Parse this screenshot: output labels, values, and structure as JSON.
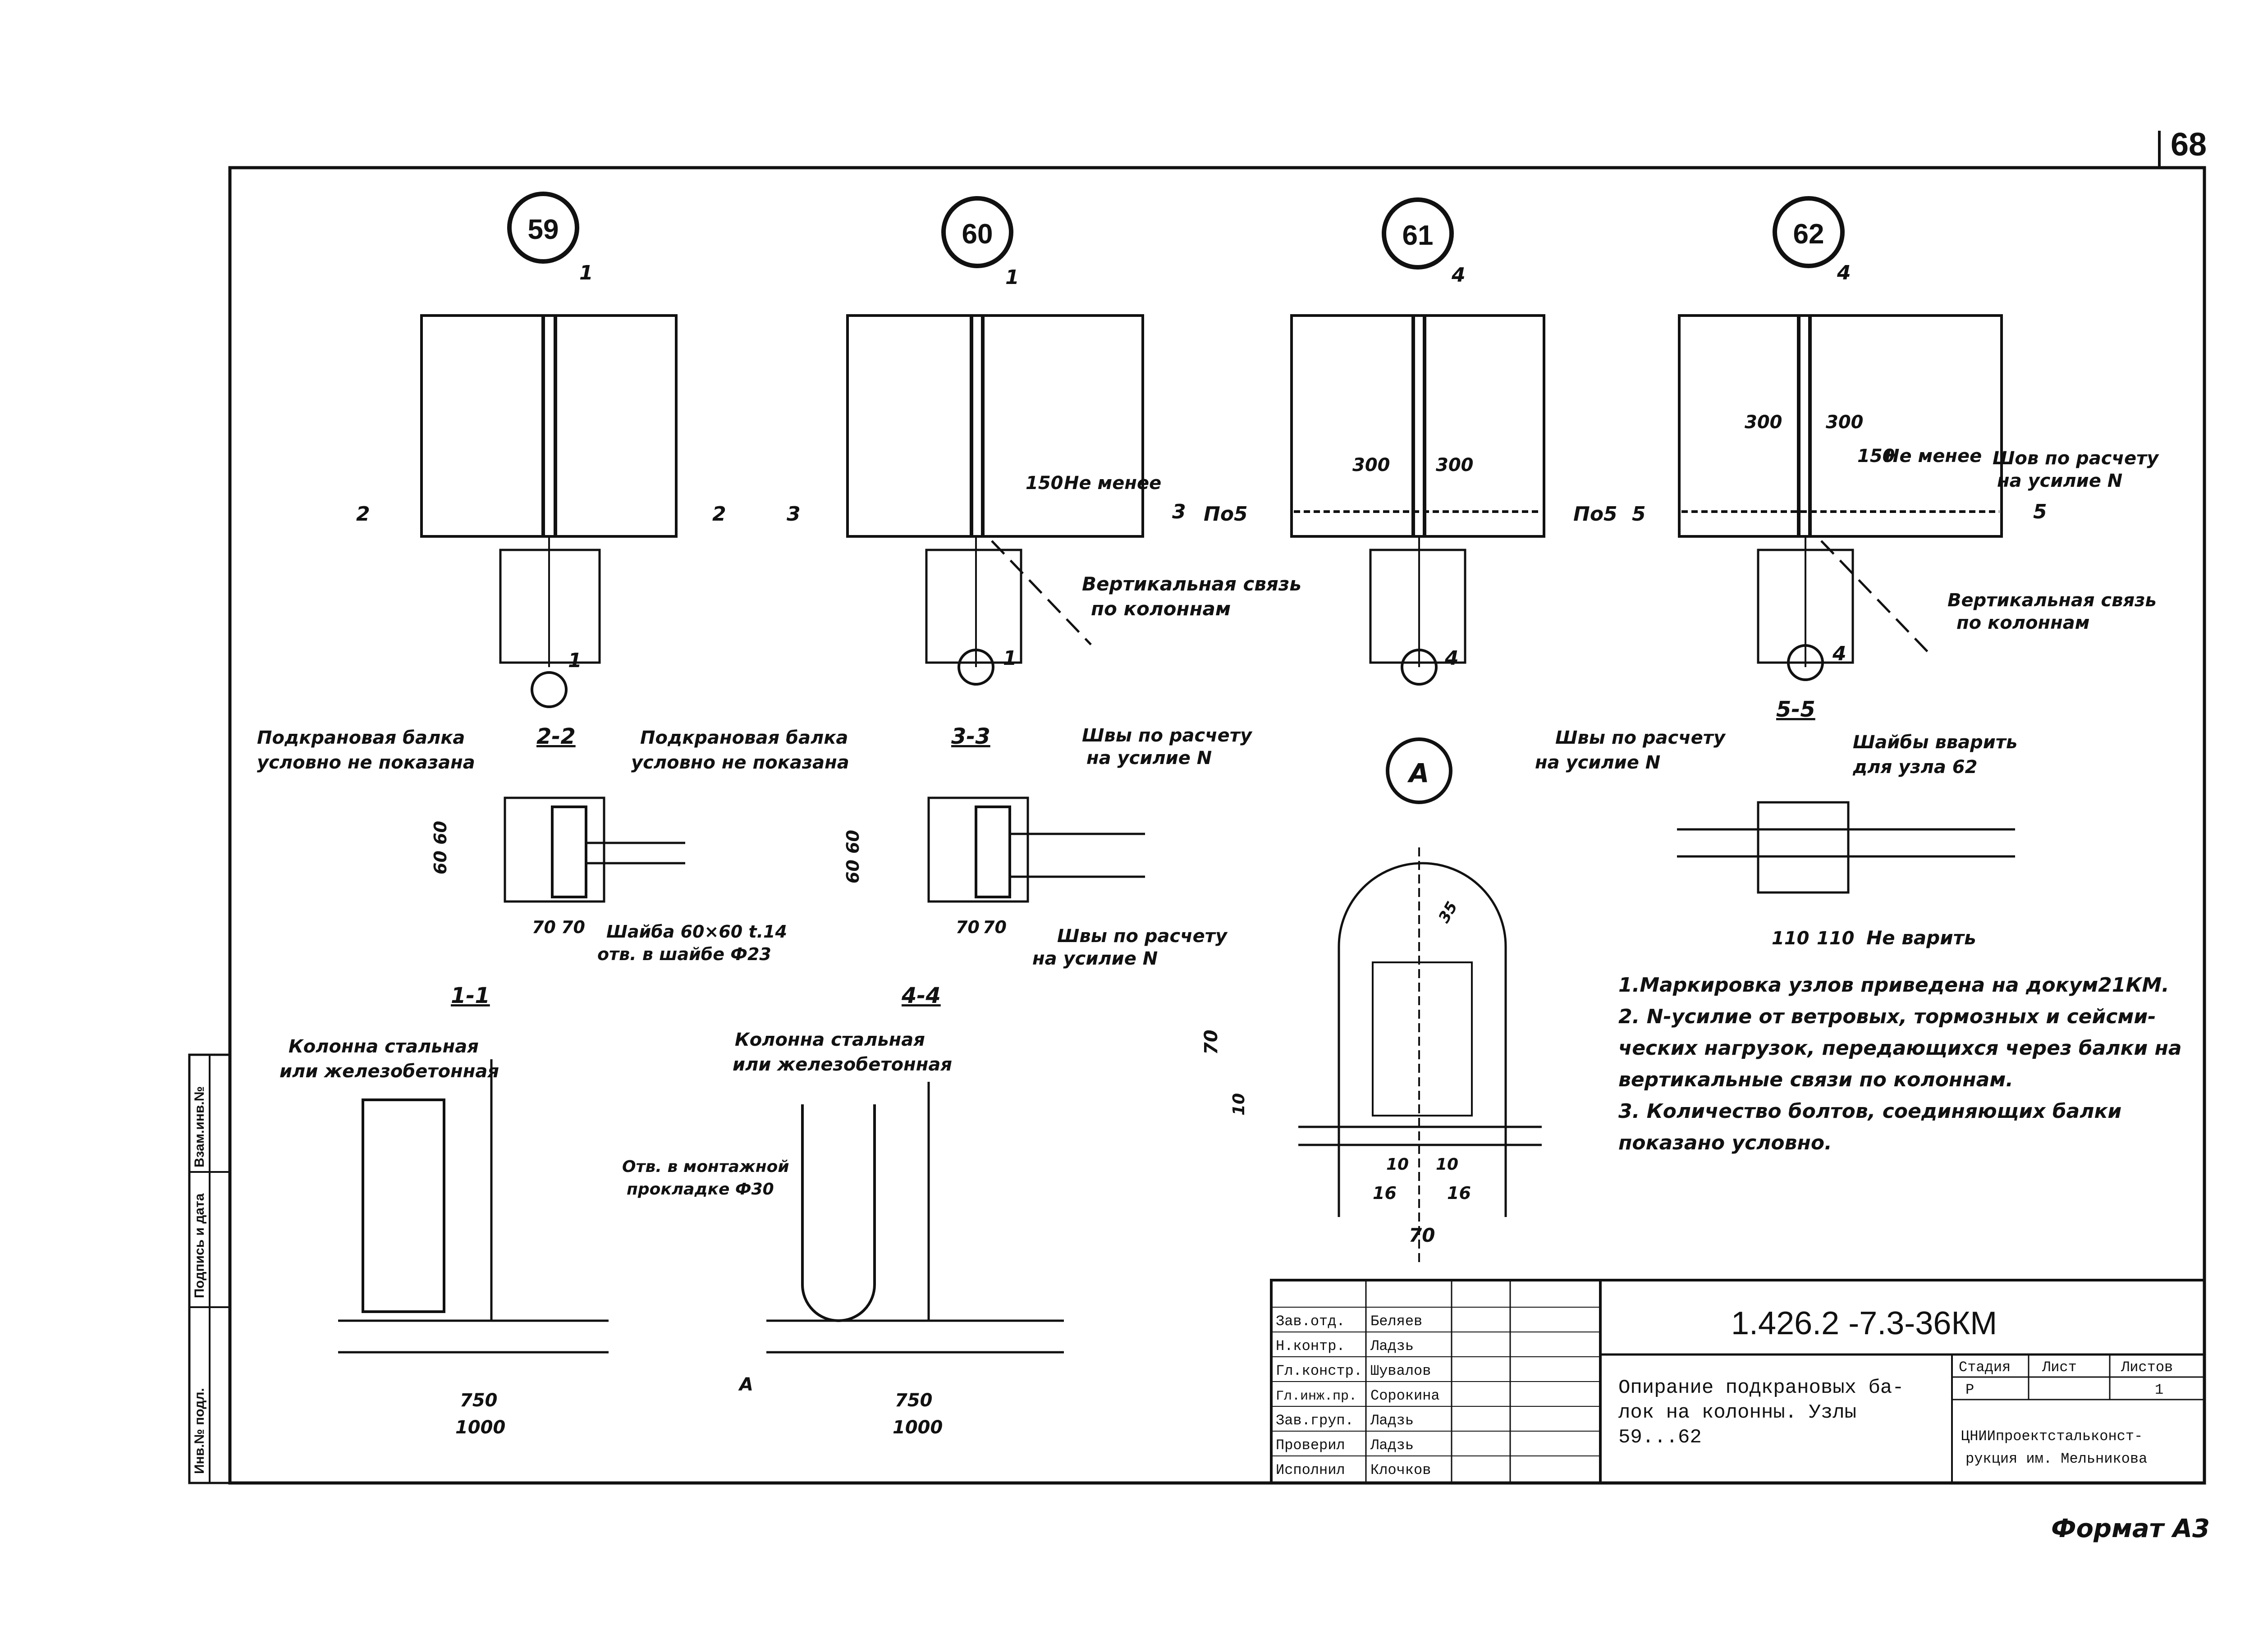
{
  "sheet": {
    "number": "68",
    "format": "Формат А3"
  },
  "nodes": [
    {
      "id": "59",
      "cut_top": "1",
      "cut_bottom": "1",
      "cut_left": "2",
      "cut_right": "2"
    },
    {
      "id": "60",
      "cut_top": "1",
      "cut_bottom": "1",
      "cut_left": "3",
      "cut_right": "3",
      "dim": "150",
      "note_min": "Не менее",
      "brace": [
        "Вертикальная связь",
        "по колоннам"
      ]
    },
    {
      "id": "61",
      "cut_top": "4",
      "cut_bottom": "4",
      "cut_left": "По5",
      "cut_right": "По5",
      "dims": [
        "300",
        "300"
      ]
    },
    {
      "id": "62",
      "cut_top": "4",
      "cut_bottom": "4",
      "cut_left": "5",
      "cut_right": "5",
      "dims": [
        "300",
        "300"
      ],
      "dim": "150",
      "note_min": "Не менее",
      "weld_note": [
        "Шов по расчету",
        "на усилие N"
      ],
      "brace": [
        "Вертикальная связь",
        "по колоннам"
      ]
    }
  ],
  "sections": {
    "s22": {
      "title": "2-2",
      "beam_note": [
        "Подкрановая балка",
        "условно не показана"
      ],
      "dim_v": "60 60",
      "dim_h": [
        "70",
        "70"
      ],
      "washer": [
        "Шайба 60×60 t.14",
        "отв. в шайбе Ф23"
      ]
    },
    "s33": {
      "title": "3-3",
      "beam_note": [
        "Подкрановая балка",
        "условно не показана"
      ],
      "dim_v": "60 60",
      "dim_h": [
        "70",
        "70"
      ],
      "weld_top": [
        "Швы по расчету",
        "на усилие N"
      ],
      "weld_bottom": [
        "Швы по расчету",
        "на усилие N"
      ]
    },
    "s55": {
      "title": "5-5",
      "weld": [
        "Швы по расчету",
        "на усилие N"
      ],
      "washer": [
        "Шайбы вварить",
        "для узла 62"
      ],
      "dims": [
        "110",
        "110"
      ],
      "no_weld": "Не варить"
    },
    "detA": {
      "title": "А",
      "dims": [
        "70",
        "10",
        "10",
        "10",
        "16",
        "16",
        "70",
        "35"
      ]
    },
    "s11": {
      "title": "1-1",
      "column": [
        "Колонна стальная",
        "или железобетонная"
      ],
      "dims": [
        "750",
        "1000"
      ]
    },
    "s44": {
      "title": "4-4",
      "column": [
        "Колонна стальная",
        "или железобетонная"
      ],
      "hole": [
        "Отв. в монтажной",
        "прокладке Ф30"
      ],
      "marker": "А",
      "dims": [
        "750",
        "1000"
      ]
    }
  },
  "notes": [
    "1.Маркировка узлов приведена на докум21КМ.",
    "2. N-усилие от ветровых, тормозных и сейсми-",
    "ческих нагрузок, передающихся через балки на",
    "вертикальные связи по колоннам.",
    "3. Количество болтов, соединяющих балки",
    "показано условно."
  ],
  "left_strip": [
    "Инв.№ подл.",
    "Подпись и дата",
    "Взам.инв.№"
  ],
  "title_block": {
    "roles": [
      {
        "role": "Зав.отд.",
        "name": "Беляев"
      },
      {
        "role": "Н.контр.",
        "name": "Ладзь"
      },
      {
        "role": "Гл.констр.",
        "name": "Шувалов"
      },
      {
        "role": "Гл.инж.пр.",
        "name": "Сорокина"
      },
      {
        "role": "Зав.груп.",
        "name": "Ладзь"
      },
      {
        "role": "Проверил",
        "name": "Ладзь"
      },
      {
        "role": "Исполнил",
        "name": "Клочков"
      }
    ],
    "code": "1.426.2 -7.3-36КМ",
    "title": [
      "Опирание подкрановых ба-",
      "лок на колонны. Узлы",
      "59...62"
    ],
    "stage_header": "Стадия",
    "sheet_header": "Лист",
    "sheets_header": "Листов",
    "stage": "Р",
    "sheet": "",
    "sheets": "1",
    "org": [
      "ЦНИИпроектстальконст-",
      "рукция им. Мельникова"
    ]
  }
}
